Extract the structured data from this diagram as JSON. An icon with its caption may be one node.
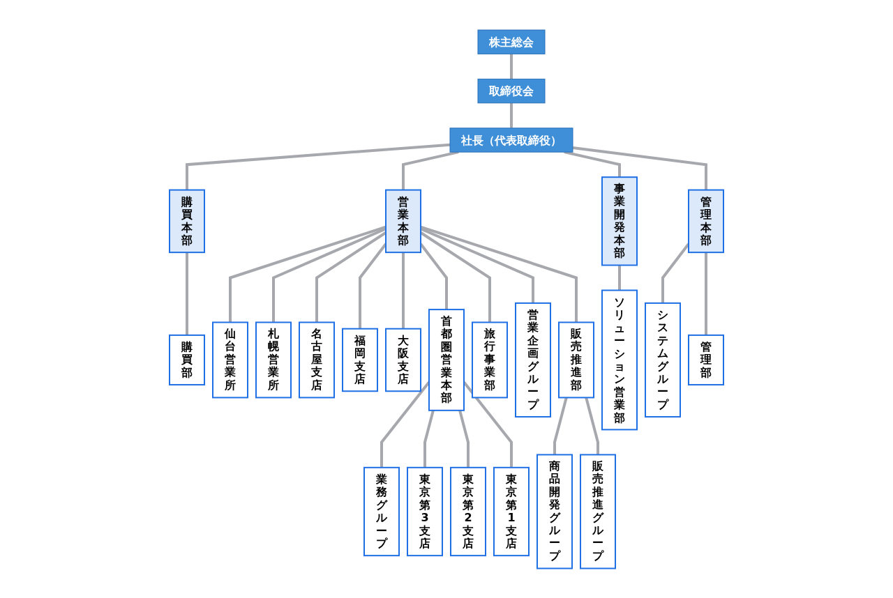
{
  "diagram": {
    "nodes": [
      {
        "text": [
          "株主総会"
        ]
      },
      {
        "text": [
          "取締役会"
        ]
      },
      {
        "text": [
          "社長（代表取締役）"
        ]
      },
      {
        "text": [
          "購買本部"
        ]
      },
      {
        "text": [
          "営業本部"
        ]
      },
      {
        "text": [
          "事業開発本部"
        ]
      },
      {
        "text": [
          "管理本部"
        ]
      },
      {
        "text": [
          "購買部"
        ]
      },
      {
        "text": [
          "仙台営業所"
        ]
      },
      {
        "text": [
          "札幌営業所"
        ]
      },
      {
        "text": [
          "名古屋支店"
        ]
      },
      {
        "text": [
          "福岡支店"
        ]
      },
      {
        "text": [
          "大阪支店"
        ]
      },
      {
        "text": [
          "首都圏営業本部"
        ]
      },
      {
        "text": [
          "業務グループ"
        ]
      },
      {
        "text": [
          "東京第3支店"
        ]
      },
      {
        "text": [
          "東京第2支店"
        ]
      },
      {
        "text": [
          "東京第1支店"
        ]
      },
      {
        "text": [
          "旅行事業部"
        ]
      },
      {
        "text": [
          "営業企画グループ"
        ]
      },
      {
        "text": [
          "販売推進部"
        ]
      },
      {
        "text": [
          "商品開発グループ"
        ]
      },
      {
        "text": [
          "販売推進グループ"
        ]
      },
      {
        "text": [
          "ソリューション営業部"
        ]
      },
      {
        "text": [
          "システムグループ"
        ]
      },
      {
        "text": [
          "管理部"
        ]
      }
    ],
    "edges": [
      {
        "from": 0,
        "to": 1,
        "arrow": "none"
      },
      {
        "from": 1,
        "to": 2,
        "arrow": "none"
      },
      {
        "from": 2,
        "to": 3,
        "arrow": "none"
      },
      {
        "from": 2,
        "to": 4,
        "arrow": "none"
      },
      {
        "from": 2,
        "to": 5,
        "arrow": "none"
      },
      {
        "from": 2,
        "to": 6,
        "arrow": "none"
      },
      {
        "from": 3,
        "to": 7,
        "arrow": "none"
      },
      {
        "from": 4,
        "to": 8,
        "arrow": "none"
      },
      {
        "from": 4,
        "to": 9,
        "arrow": "none"
      },
      {
        "from": 4,
        "to": 10,
        "arrow": "none"
      },
      {
        "from": 4,
        "to": 11,
        "arrow": "none"
      },
      {
        "from": 4,
        "to": 12,
        "arrow": "none"
      },
      {
        "from": 4,
        "to": 13,
        "arrow": "none"
      },
      {
        "from": 13,
        "to": 14,
        "arrow": "none"
      },
      {
        "from": 13,
        "to": 15,
        "arrow": "none"
      },
      {
        "from": 13,
        "to": 16,
        "arrow": "none"
      },
      {
        "from": 13,
        "to": 17,
        "arrow": "none"
      },
      {
        "from": 4,
        "to": 18,
        "arrow": "none"
      },
      {
        "from": 4,
        "to": 19,
        "arrow": "none"
      },
      {
        "from": 4,
        "to": 20,
        "arrow": "none"
      },
      {
        "from": 20,
        "to": 21,
        "arrow": "none"
      },
      {
        "from": 20,
        "to": 22,
        "arrow": "none"
      },
      {
        "from": 5,
        "to": 23,
        "arrow": "none"
      },
      {
        "from": 6,
        "to": 24,
        "arrow": "none"
      },
      {
        "from": 6,
        "to": 25,
        "arrow": "none"
      }
    ]
  }
}
